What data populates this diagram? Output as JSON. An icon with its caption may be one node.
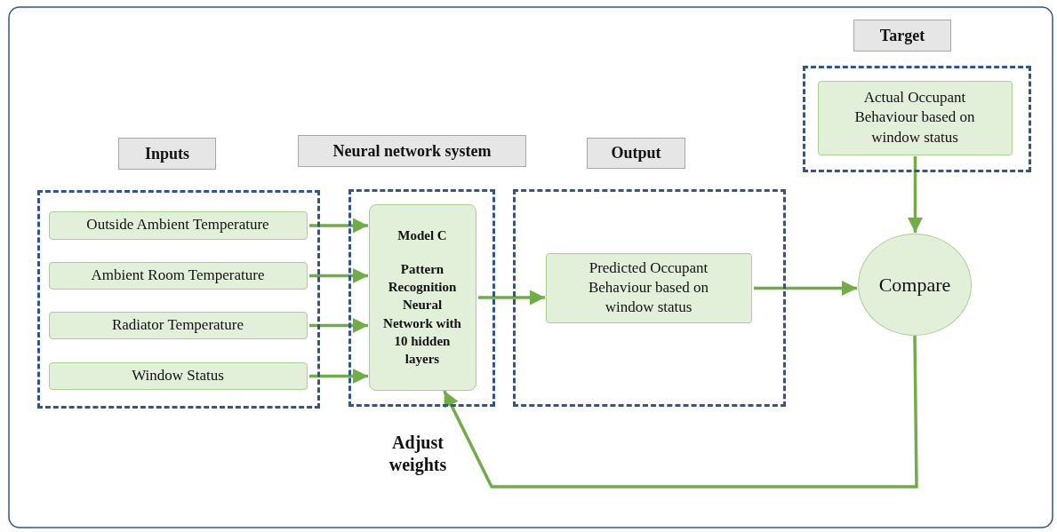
{
  "diagram": {
    "nodes": [
      {
        "text": [
          "Inputs"
        ]
      },
      {
        "text": [],
        "shape": "box"
      },
      {
        "text": [
          "Outside Ambient Temperature"
        ],
        "in": 1
      },
      {
        "text": [
          "Ambient Room Temperature"
        ],
        "in": 1
      },
      {
        "text": [
          "Radiator Temperature"
        ],
        "in": 1
      },
      {
        "text": [
          "Window Status"
        ],
        "in": 1
      },
      {
        "text": [
          "Neural network system"
        ]
      },
      {
        "text": [],
        "shape": "box"
      },
      {
        "text": [
          "Model C",
          "Pattern Recognition Neural Network with 10 hidden layers"
        ],
        "in": 7
      },
      {
        "text": [
          "Output"
        ]
      },
      {
        "text": [],
        "shape": "box"
      },
      {
        "text": [
          "Predicted Occupant Behaviour based on window status"
        ],
        "in": 10
      },
      {
        "text": [
          "Target"
        ]
      },
      {
        "text": [],
        "shape": "box"
      },
      {
        "text": [
          "Actual Occupant Behaviour based on window status"
        ],
        "in": 13
      },
      {
        "text": [
          "Compare"
        ]
      }
    ],
    "edges": [
      {
        "from": 2,
        "to": 8,
        "arrow": "to"
      },
      {
        "from": 3,
        "to": 8,
        "arrow": "to"
      },
      {
        "from": 4,
        "to": 8,
        "arrow": "to"
      },
      {
        "from": 5,
        "to": 8,
        "arrow": "to"
      },
      {
        "from": 8,
        "to": 11,
        "arrow": "to"
      },
      {
        "from": 11,
        "to": 15,
        "arrow": "to"
      },
      {
        "from": 14,
        "to": 15,
        "arrow": "to"
      },
      {
        "from": 15,
        "to": 8,
        "arrow": "to",
        "label": "Adjust weights"
      }
    ]
  }
}
